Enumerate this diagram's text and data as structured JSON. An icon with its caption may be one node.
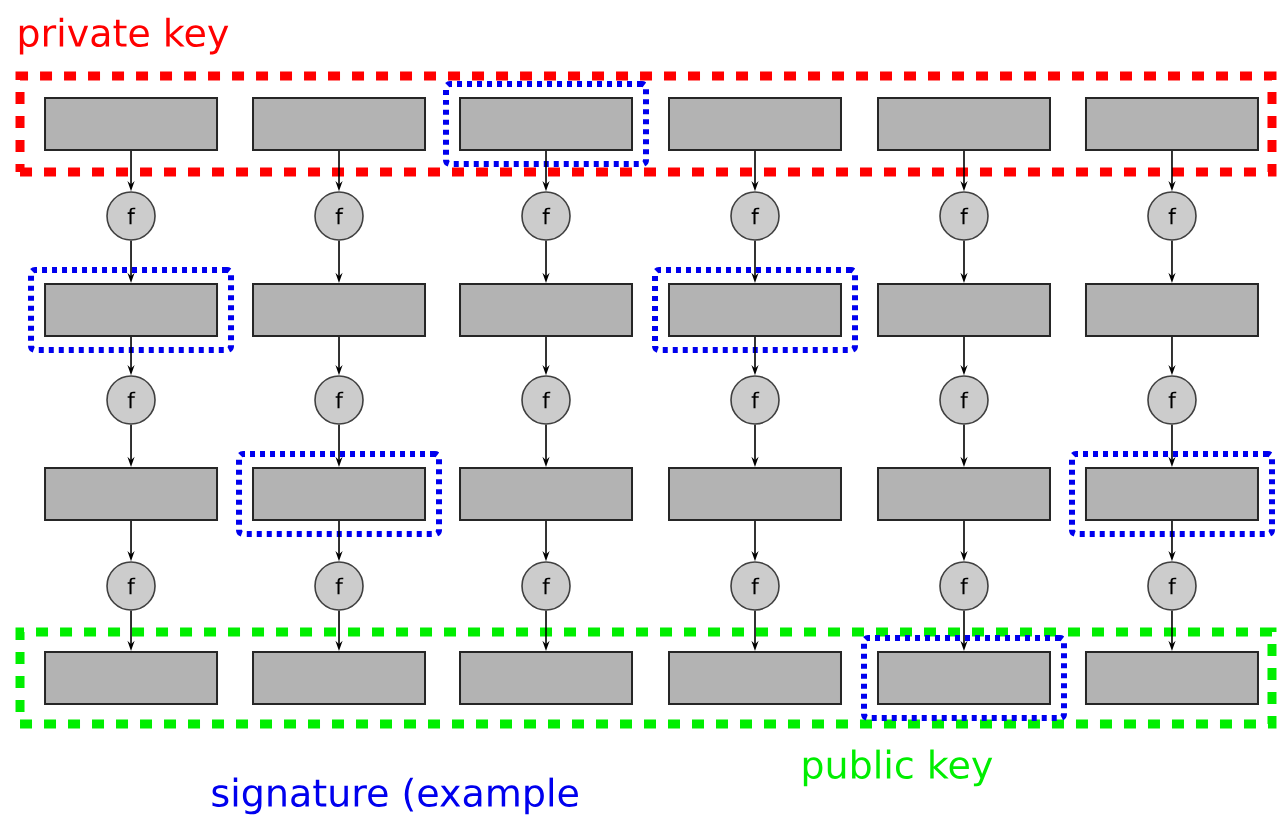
{
  "diagram": {
    "nodes": [
      {
        "text": [
          "private key"
        ]
      },
      {
        "text": [],
        "shape": "box",
        "in": 0
      },
      {
        "text": [],
        "shape": "box",
        "in": 0
      },
      {
        "text": [],
        "shape": "box",
        "in": 0
      },
      {
        "text": [],
        "shape": "box",
        "in": 3
      },
      {
        "text": [],
        "shape": "box",
        "in": 0
      },
      {
        "text": [],
        "shape": "box",
        "in": 0
      },
      {
        "text": [],
        "shape": "box",
        "in": 0
      },
      {
        "text": [
          "f"
        ]
      },
      {
        "text": [
          "f"
        ]
      },
      {
        "text": [
          "f"
        ]
      },
      {
        "text": [
          "f"
        ]
      },
      {
        "text": [
          "f"
        ]
      },
      {
        "text": [
          "f"
        ]
      },
      {
        "text": [],
        "shape": "box"
      },
      {
        "text": [],
        "shape": "box",
        "in": 14
      },
      {
        "text": [],
        "shape": "box"
      },
      {
        "text": [],
        "shape": "box"
      },
      {
        "text": [],
        "shape": "box"
      },
      {
        "text": [],
        "shape": "box",
        "in": 18
      },
      {
        "text": [],
        "shape": "box"
      },
      {
        "text": [],
        "shape": "box"
      },
      {
        "text": [
          "f"
        ]
      },
      {
        "text": [
          "f"
        ]
      },
      {
        "text": [
          "f"
        ]
      },
      {
        "text": [
          "f"
        ]
      },
      {
        "text": [
          "f"
        ]
      },
      {
        "text": [
          "f"
        ]
      },
      {
        "text": [],
        "shape": "box"
      },
      {
        "text": [],
        "shape": "box"
      },
      {
        "text": [],
        "shape": "box",
        "in": 29
      },
      {
        "text": [],
        "shape": "box"
      },
      {
        "text": [],
        "shape": "box"
      },
      {
        "text": [],
        "shape": "box"
      },
      {
        "text": [],
        "shape": "box"
      },
      {
        "text": [],
        "shape": "box",
        "in": 34
      },
      {
        "text": [
          "f"
        ]
      },
      {
        "text": [
          "f"
        ]
      },
      {
        "text": [
          "f"
        ]
      },
      {
        "text": [
          "f"
        ]
      },
      {
        "text": [
          "f"
        ]
      },
      {
        "text": [
          "f"
        ]
      },
      {
        "text": [
          "public key"
        ]
      },
      {
        "text": [],
        "shape": "box",
        "in": 42
      },
      {
        "text": [],
        "shape": "box",
        "in": 42
      },
      {
        "text": [],
        "shape": "box",
        "in": 42
      },
      {
        "text": [],
        "shape": "box",
        "in": 42
      },
      {
        "text": [],
        "shape": "box",
        "in": 42
      },
      {
        "text": [],
        "shape": "box",
        "in": 47
      },
      {
        "text": [],
        "shape": "box",
        "in": 42
      }
    ],
    "edges": [
      {
        "from": 1,
        "to": 8,
        "arrow": "to"
      },
      {
        "from": 8,
        "to": 15,
        "arrow": "to"
      },
      {
        "from": 15,
        "to": 22,
        "arrow": "to"
      },
      {
        "from": 22,
        "to": 28,
        "arrow": "to"
      },
      {
        "from": 28,
        "to": 36,
        "arrow": "to"
      },
      {
        "from": 36,
        "to": 43,
        "arrow": "to"
      },
      {
        "from": 2,
        "to": 9,
        "arrow": "to"
      },
      {
        "from": 9,
        "to": 16,
        "arrow": "to"
      },
      {
        "from": 16,
        "to": 23,
        "arrow": "to"
      },
      {
        "from": 23,
        "to": 30,
        "arrow": "to"
      },
      {
        "from": 30,
        "to": 37,
        "arrow": "to"
      },
      {
        "from": 37,
        "to": 44,
        "arrow": "to"
      },
      {
        "from": 4,
        "to": 10,
        "arrow": "to"
      },
      {
        "from": 10,
        "to": 17,
        "arrow": "to"
      },
      {
        "from": 17,
        "to": 24,
        "arrow": "to"
      },
      {
        "from": 24,
        "to": 31,
        "arrow": "to"
      },
      {
        "from": 31,
        "to": 38,
        "arrow": "to"
      },
      {
        "from": 38,
        "to": 45,
        "arrow": "to"
      },
      {
        "from": 5,
        "to": 11,
        "arrow": "to"
      },
      {
        "from": 11,
        "to": 19,
        "arrow": "to"
      },
      {
        "from": 19,
        "to": 25,
        "arrow": "to"
      },
      {
        "from": 25,
        "to": 32,
        "arrow": "to"
      },
      {
        "from": 32,
        "to": 39,
        "arrow": "to"
      },
      {
        "from": 39,
        "to": 46,
        "arrow": "to"
      },
      {
        "from": 6,
        "to": 12,
        "arrow": "to"
      },
      {
        "from": 12,
        "to": 20,
        "arrow": "to"
      },
      {
        "from": 20,
        "to": 26,
        "arrow": "to"
      },
      {
        "from": 26,
        "to": 33,
        "arrow": "to"
      },
      {
        "from": 33,
        "to": 40,
        "arrow": "to"
      },
      {
        "from": 40,
        "to": 48,
        "arrow": "to"
      },
      {
        "from": 7,
        "to": 13,
        "arrow": "to"
      },
      {
        "from": 13,
        "to": 21,
        "arrow": "to"
      },
      {
        "from": 21,
        "to": 27,
        "arrow": "to"
      },
      {
        "from": 27,
        "to": 35,
        "arrow": "to"
      },
      {
        "from": 35,
        "to": 41,
        "arrow": "to"
      },
      {
        "from": 41,
        "to": 49,
        "arrow": "to"
      }
    ],
    "labels": [
      "signature (example"
    ]
  }
}
